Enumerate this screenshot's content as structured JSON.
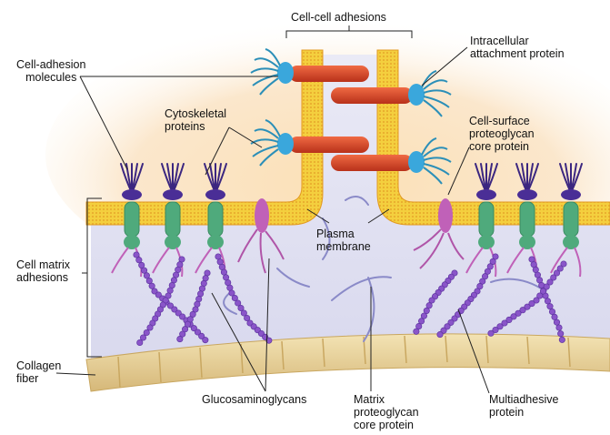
{
  "labels": {
    "cell_cell_adhesions": "Cell-cell adhesions",
    "intracellular_attachment_protein": "Intracellular\nattachment protein",
    "cell_adhesion_molecules": "Cell-adhesion\nmolecules",
    "cytoskeletal_proteins": "Cytoskeletal\nproteins",
    "cell_surface_proteoglycan_core_protein": "Cell-surface\nproteoglycan\ncore protein",
    "plasma_membrane": "Plasma\nmembrane",
    "cell_matrix_adhesions": "Cell matrix\nadhesions",
    "collagen_fiber": "Collagen\nfiber",
    "glucosaminoglycans": "Glucosaminoglycans",
    "matrix_proteoglycan_core_protein": "Matrix\nproteoglycan\ncore protein",
    "multiadhesive_protein": "Multiadhesive\nprotein"
  },
  "colors": {
    "membrane_yellow": "#f4cf3e",
    "membrane_orange": "#e8a62a",
    "adhesion_red": "#d9431f",
    "attachment_blue": "#3aa7dc",
    "integrin_green": "#4faa7c",
    "integrin_cap_purple": "#4a2e96",
    "proteoglycan_pink": "#c061b8",
    "gag_purple": "#8a55c9",
    "collagen_tan": "#e7cf94",
    "matrix_bg": "#e6e6f4",
    "glow_orange": "#f9d4a0"
  }
}
